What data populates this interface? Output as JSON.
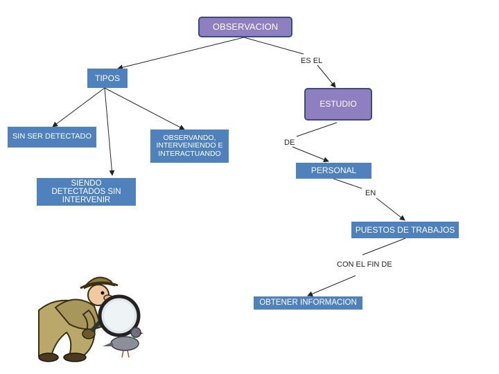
{
  "nodes": {
    "observacion": "OBSERVACION",
    "tipos": "TIPOS",
    "estudio": "ESTUDIO",
    "sin_ser_detectado": "SIN SER DETECTADO",
    "observando": "OBSERVANDO, INTERVENIENDO E INTERACTUANDO",
    "siendo_detectados": "SIENDO DETECTADOS SIN INTERVENIR",
    "personal": "PERSONAL",
    "puestos": "PUESTOS DE TRABAJOS",
    "obtener": "OBTENER INFORMACION"
  },
  "connectors": {
    "es_el": "ES EL",
    "de": "DE",
    "en": "EN",
    "con_el_fin_de": "CON EL FIN DE"
  },
  "colors": {
    "node_blue": "#4f81bd",
    "node_purple": "#8e7fc1",
    "arrow": "#222222"
  },
  "illustration": "detective-with-magnifying-glass-and-pigeon"
}
